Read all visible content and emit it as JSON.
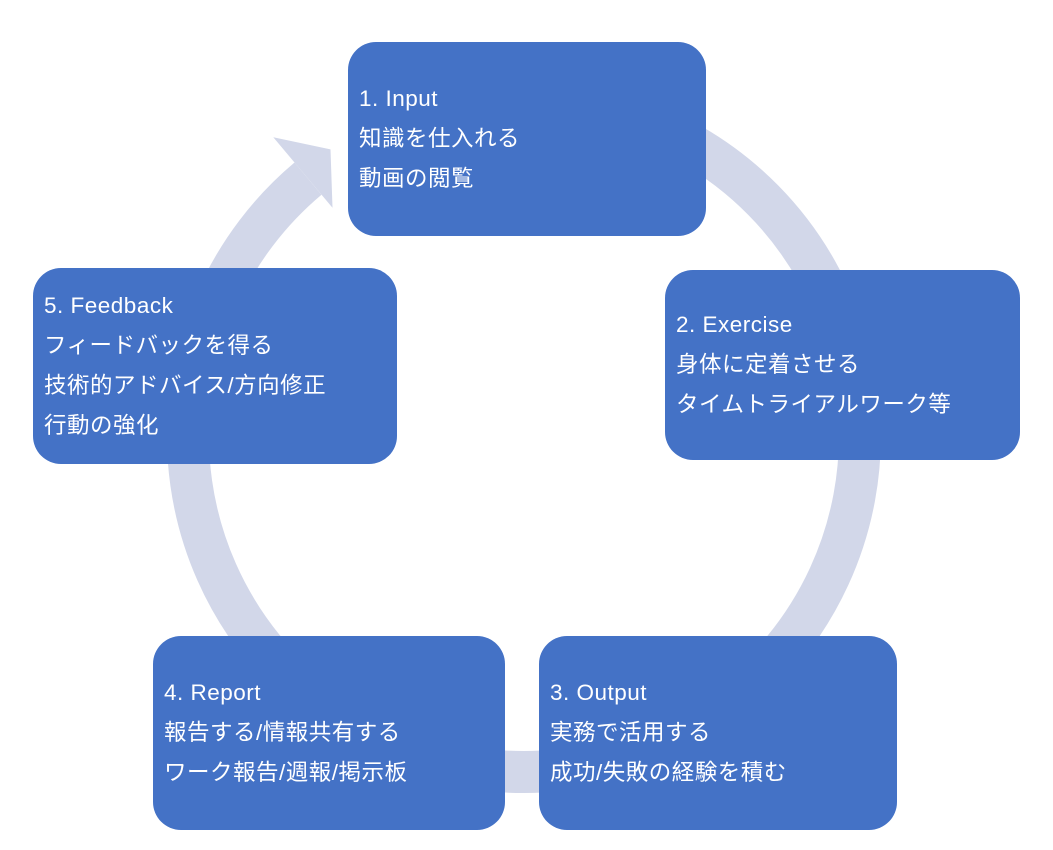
{
  "diagram": {
    "type": "cycle",
    "direction": "clockwise",
    "background_color": "#ffffff",
    "box_color": "#4472C6",
    "arrow_color": "#D2D7E9",
    "text_color": "#ffffff",
    "steps": [
      {
        "title": "1. Input",
        "lines": [
          "知識を仕入れる",
          "動画の閲覧"
        ]
      },
      {
        "title": "2. Exercise",
        "lines": [
          "身体に定着させる",
          "タイムトライアルワーク等"
        ]
      },
      {
        "title": "3. Output",
        "lines": [
          "実務で活用する",
          "成功/失敗の経験を積む"
        ]
      },
      {
        "title": "4. Report",
        "lines": [
          "報告する/情報共有する",
          "ワーク報告/週報/掲示板"
        ]
      },
      {
        "title": "5. Feedback",
        "lines": [
          "フィードバックを得る",
          "技術的アドバイス/方向修正",
          "行動の強化"
        ]
      }
    ]
  }
}
